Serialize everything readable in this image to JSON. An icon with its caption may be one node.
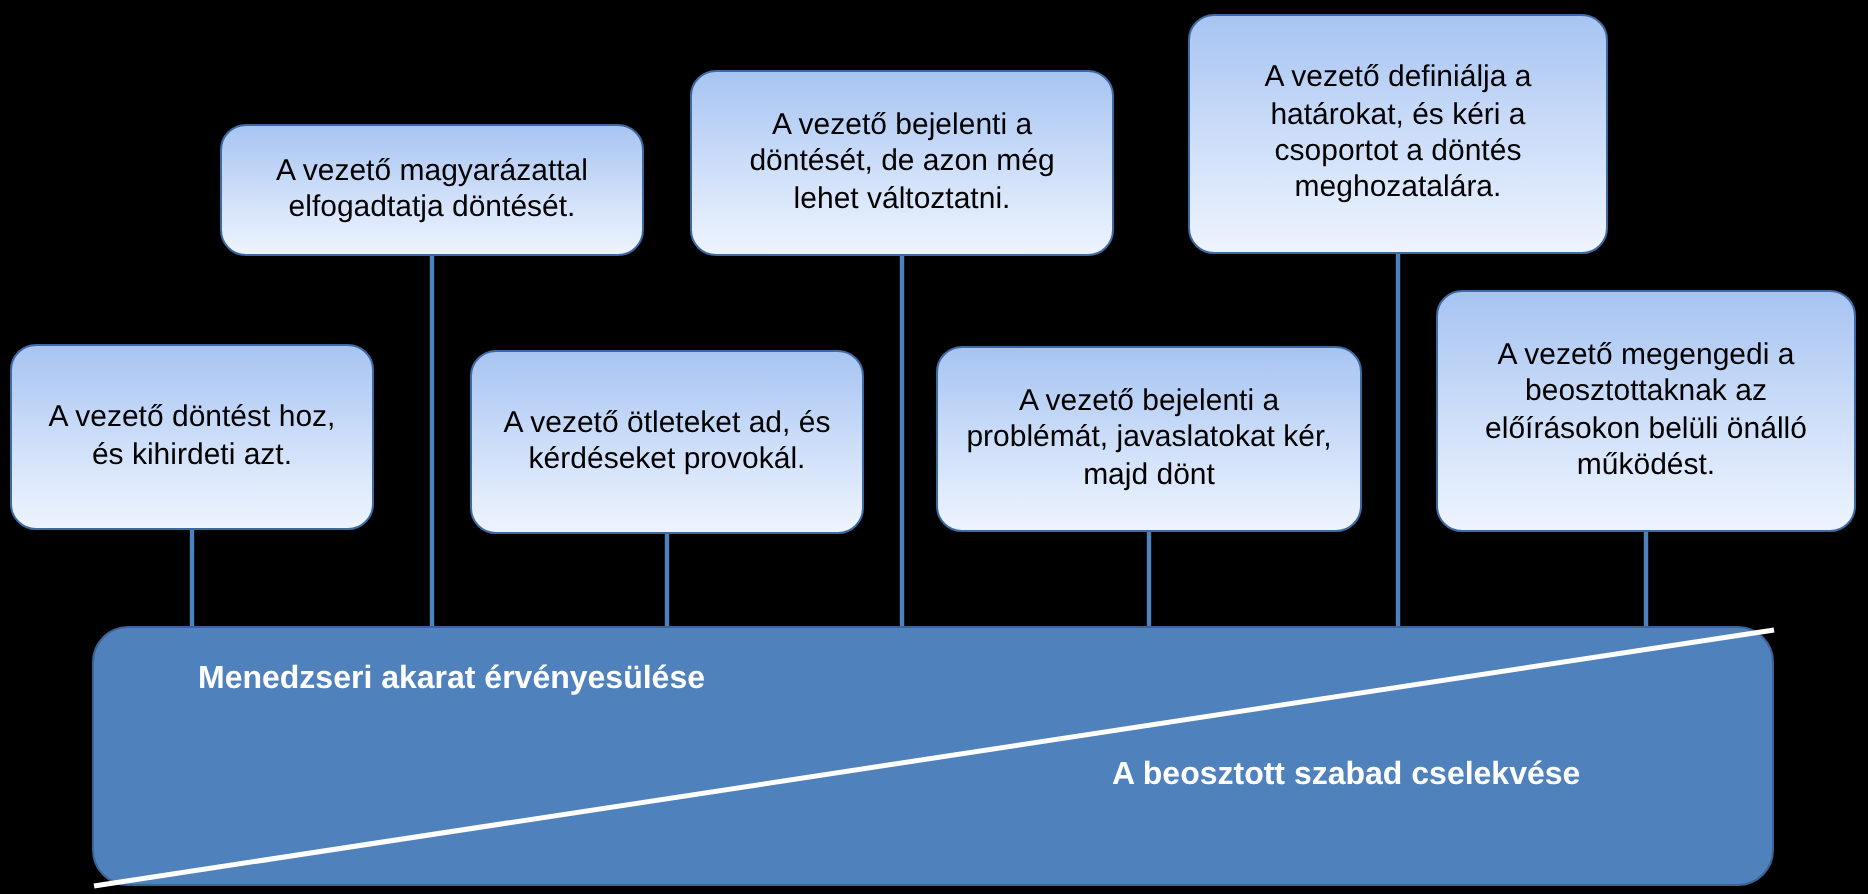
{
  "diagram": {
    "nodes": [
      {
        "text": [
          "A vezető döntést hoz, és kihirdeti azt."
        ]
      },
      {
        "text": [
          "A vezető magyarázattal elfogadtatja döntését."
        ]
      },
      {
        "text": [
          "A vezető ötleteket ad, és kérdéseket provokál."
        ]
      },
      {
        "text": [
          "A vezető bejelenti a döntését, de azon még lehet változtatni."
        ]
      },
      {
        "text": [
          "A vezető bejelenti a problémát, javaslatokat kér, majd dönt"
        ]
      },
      {
        "text": [
          "A vezető definiálja a határokat, és kéri a csoportot a döntés meghozatalára."
        ]
      },
      {
        "text": [
          "A vezető megengedi a beosztottaknak az előírásokon belüli önálló működést."
        ]
      },
      {
        "text": [
          "Menedzseri akarat érvényesülése",
          "A beosztott szabad cselekvése"
        ]
      }
    ],
    "edges": [
      {
        "from": 0,
        "to": 7,
        "arrow": "none"
      },
      {
        "from": 1,
        "to": 7,
        "arrow": "none"
      },
      {
        "from": 2,
        "to": 7,
        "arrow": "none"
      },
      {
        "from": 3,
        "to": 7,
        "arrow": "none"
      },
      {
        "from": 4,
        "to": 7,
        "arrow": "none"
      },
      {
        "from": 5,
        "to": 7,
        "arrow": "none"
      },
      {
        "from": 6,
        "to": 7,
        "arrow": "none"
      }
    ]
  }
}
